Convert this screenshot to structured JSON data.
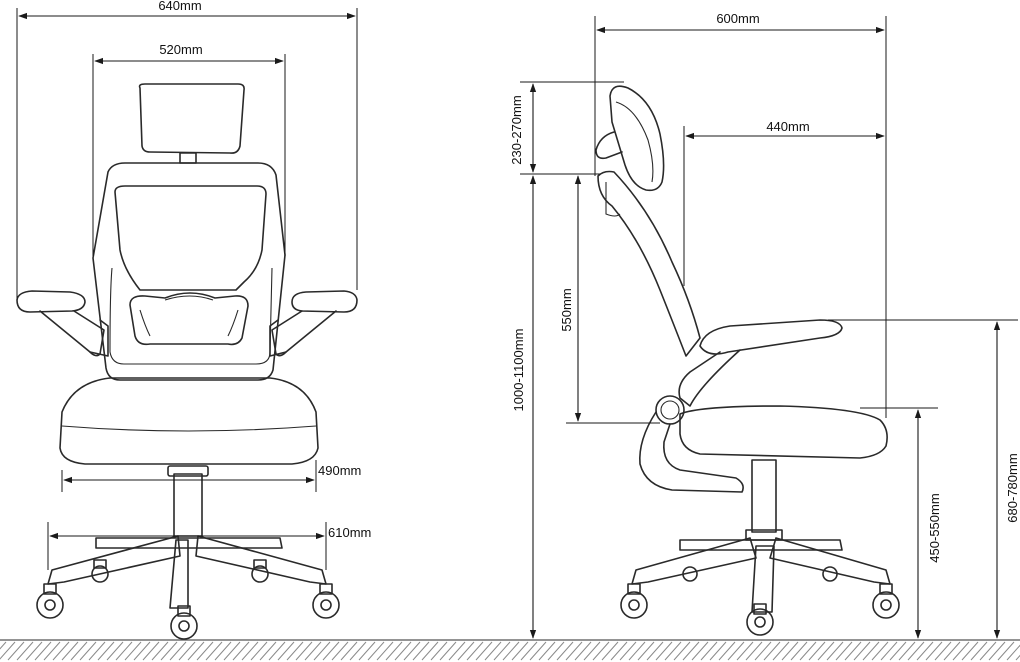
{
  "front_view": {
    "overall_width": "640mm",
    "backrest_width": "520mm",
    "seat_width": "490mm",
    "base_width": "610mm"
  },
  "side_view": {
    "overall_depth": "600mm",
    "backrest_depth": "440mm",
    "headrest_adjust": "230-270mm",
    "backrest_height": "550mm",
    "overall_height": "1000-1100mm",
    "seat_height": "450-550mm",
    "armrest_height": "680-780mm"
  }
}
